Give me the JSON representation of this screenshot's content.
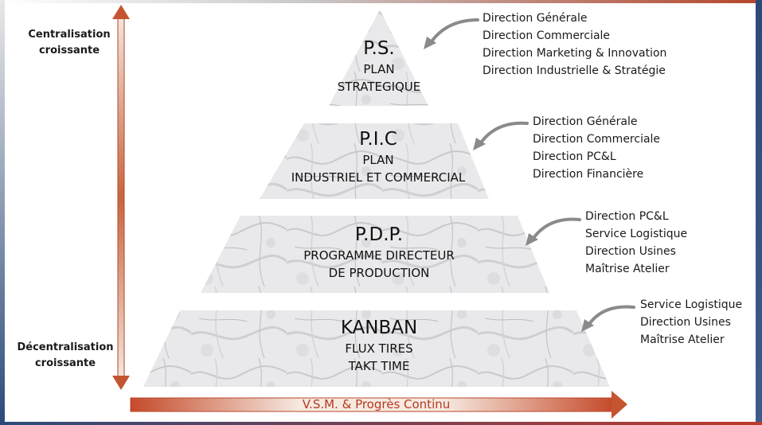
{
  "side_labels": {
    "top": [
      "Centralisation",
      "croissante"
    ],
    "bottom": [
      "Décentralisation",
      "croissante"
    ]
  },
  "tiers": [
    {
      "title": "P.S.",
      "subtitle": [
        "PLAN",
        "STRATEGIQUE"
      ],
      "directions": [
        "Direction Générale",
        "Direction Commerciale",
        "Direction Marketing & Innovation",
        "Direction Industrielle & Stratégie"
      ]
    },
    {
      "title": "P.I.C",
      "subtitle": [
        "PLAN",
        "INDUSTRIEL ET COMMERCIAL"
      ],
      "directions": [
        "Direction Générale",
        "Direction Commerciale",
        "Direction PC&L",
        "Direction Financière"
      ]
    },
    {
      "title": "P.D.P.",
      "subtitle": [
        "PROGRAMME DIRECTEUR",
        "DE PRODUCTION"
      ],
      "directions": [
        "Direction PC&L",
        "Service Logistique",
        "Direction Usines",
        "Maîtrise Atelier"
      ]
    },
    {
      "title": "KANBAN",
      "subtitle": [
        "FLUX TIRES",
        "TAKT TIME"
      ],
      "directions": [
        "Service Logistique",
        "Direction Usines",
        "Maîtrise Atelier"
      ]
    }
  ],
  "bottom_arrow_label": "V.S.M. & Progrès Continu",
  "colors": {
    "arrow": "#b8462a",
    "marble": "#e6e6e8",
    "curve_arrow": "#8a8a8a"
  }
}
